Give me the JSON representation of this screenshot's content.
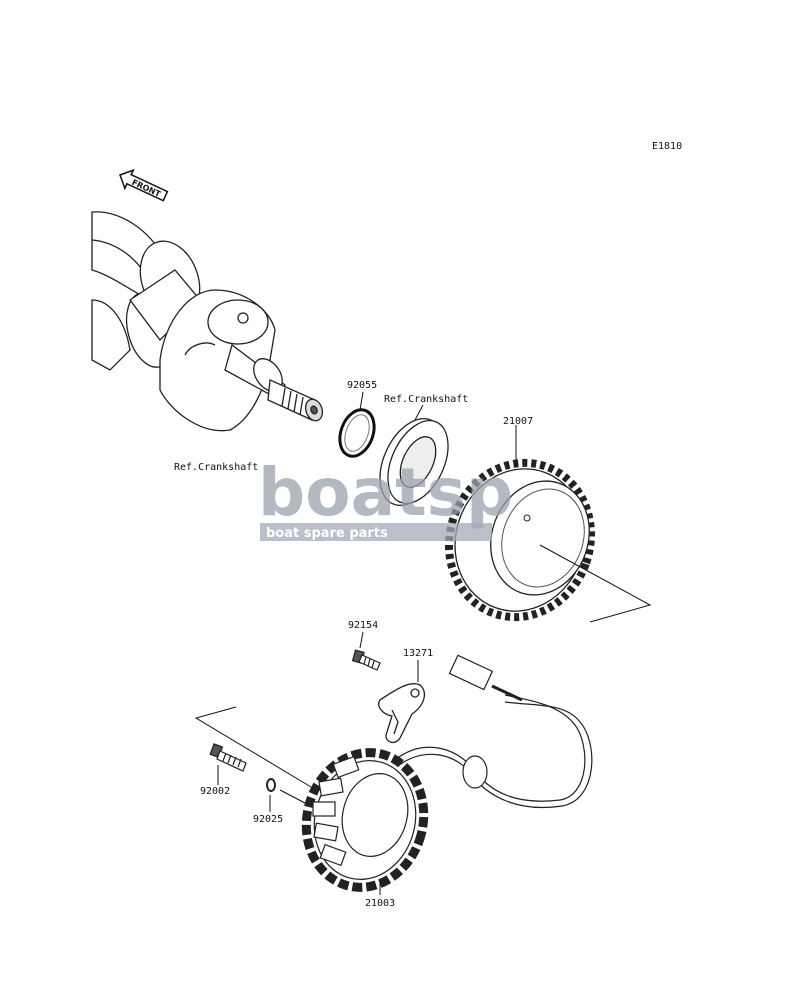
{
  "diagram_code": "E1810",
  "front_arrow_text": "FRONT",
  "labels": {
    "p92055": "92055",
    "ref_crankshaft_upper": "Ref.Crankshaft",
    "p21007": "21007",
    "ref_crankshaft_lower": "Ref.Crankshaft",
    "p92154": "92154",
    "p13271": "13271",
    "p92002": "92002",
    "p92025": "92025",
    "p21003": "21003"
  },
  "watermark": {
    "logo_text": "boatsp",
    "tagline": "boat spare parts"
  }
}
